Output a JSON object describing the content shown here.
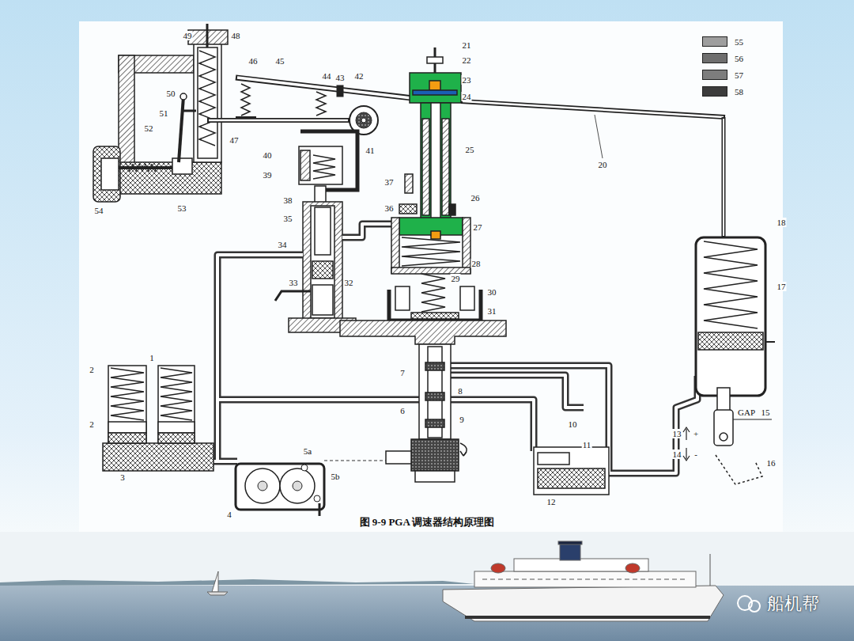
{
  "diagram": {
    "caption": "图 9-9 PGA 调速器结构原理图",
    "labels": [
      "49",
      "48",
      "46",
      "45",
      "44",
      "43",
      "42",
      "21",
      "22",
      "23",
      "24",
      "20",
      "50",
      "51",
      "52",
      "47",
      "41",
      "25",
      "40",
      "39",
      "38",
      "37",
      "26",
      "36",
      "27",
      "35",
      "34",
      "28",
      "33",
      "32",
      "29",
      "30",
      "31",
      "18",
      "17",
      "1",
      "2",
      "2",
      "3",
      "7",
      "8",
      "6",
      "9",
      "10",
      "11",
      "12",
      "5a",
      "5b",
      "4",
      "13",
      "+",
      "14",
      "-",
      "15",
      "GAP",
      "16",
      "54",
      "53",
      "船机帮"
    ],
    "legend": [
      {
        "text": "55",
        "color": "#9e9e9e"
      },
      {
        "text": "56",
        "color": "#6e6e6e"
      },
      {
        "text": "57",
        "color": "#7d7d7d"
      },
      {
        "text": "58",
        "color": "#3c3c3c"
      }
    ]
  }
}
